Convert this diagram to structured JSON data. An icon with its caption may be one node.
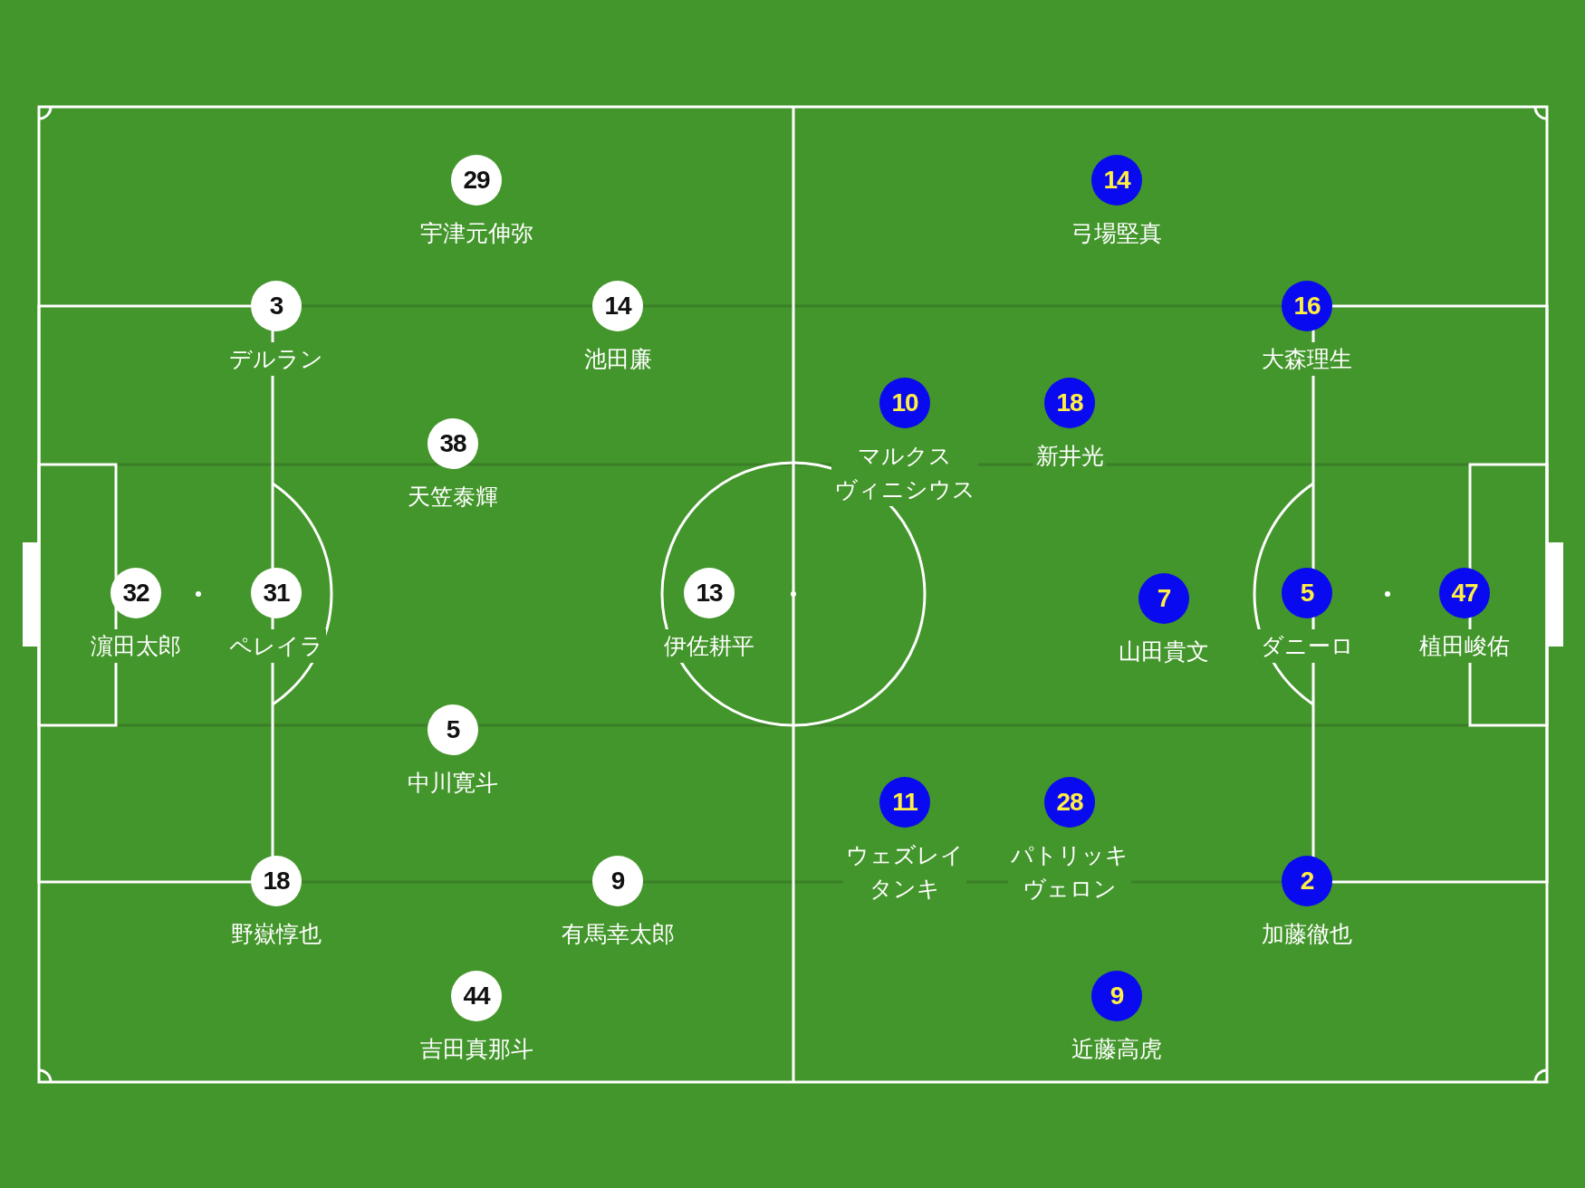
{
  "diagram": {
    "nodes": [
      {
        "text": [
          "29"
        ],
        "beside": [
          "宇津元伸弥"
        ]
      },
      {
        "text": [
          "3"
        ],
        "beside": [
          "デルラン"
        ]
      },
      {
        "text": [
          "14"
        ],
        "beside": [
          "池田廉"
        ]
      },
      {
        "text": [
          "38"
        ],
        "beside": [
          "天笠泰輝"
        ]
      },
      {
        "text": [
          "32"
        ],
        "beside": [
          "濵田太郎"
        ]
      },
      {
        "text": [
          "31"
        ],
        "beside": [
          "ペレイラ"
        ]
      },
      {
        "text": [
          "13"
        ],
        "beside": [
          "伊佐耕平"
        ]
      },
      {
        "text": [
          "5"
        ],
        "beside": [
          "中川寛斗"
        ]
      },
      {
        "text": [
          "18"
        ],
        "beside": [
          "野嶽惇也"
        ]
      },
      {
        "text": [
          "9"
        ],
        "beside": [
          "有馬幸太郎"
        ]
      },
      {
        "text": [
          "44"
        ],
        "beside": [
          "吉田真那斗"
        ]
      },
      {
        "text": [
          "14"
        ],
        "beside": [
          "弓場堅真"
        ]
      },
      {
        "text": [
          "16"
        ],
        "beside": [
          "大森理生"
        ]
      },
      {
        "text": [
          "10"
        ],
        "beside": [
          "マルクスヴィニシウス"
        ]
      },
      {
        "text": [
          "18"
        ],
        "beside": [
          "新井光"
        ]
      },
      {
        "text": [
          "7"
        ],
        "beside": [
          "山田貴文"
        ]
      },
      {
        "text": [
          "5"
        ],
        "beside": [
          "ダニーロ"
        ]
      },
      {
        "text": [
          "47"
        ],
        "beside": [
          "植田峻佑"
        ]
      },
      {
        "text": [
          "11"
        ],
        "beside": [
          "ウェズレイタンキ"
        ]
      },
      {
        "text": [
          "28"
        ],
        "beside": [
          "パトリッキヴェロン"
        ]
      },
      {
        "text": [
          "2"
        ],
        "beside": [
          "加藤徹也"
        ]
      },
      {
        "text": [
          "9"
        ],
        "beside": [
          "近藤高虎"
        ]
      }
    ]
  }
}
